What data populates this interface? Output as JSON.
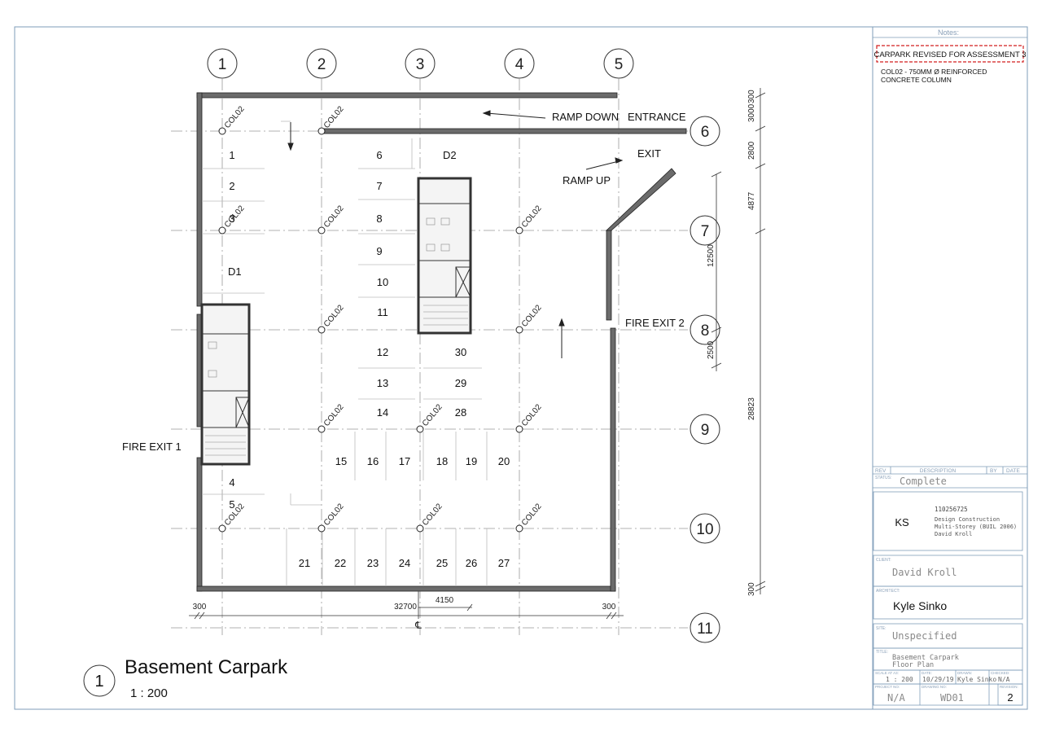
{
  "grid": {
    "columns": [
      "1",
      "2",
      "3",
      "4",
      "5"
    ],
    "rows": [
      "6",
      "7",
      "8",
      "9",
      "10",
      "11"
    ]
  },
  "column_tag": "COL02",
  "dimensions": {
    "right": [
      "3000",
      "300",
      "2800",
      "4877",
      "12500",
      "2500",
      "28823",
      "300"
    ],
    "bottom": [
      "300",
      "32700",
      "4150",
      "300"
    ],
    "centerline": "℄"
  },
  "labels": {
    "ramp_down": "RAMP DOWN",
    "entrance": "ENTRANCE",
    "exit": "EXIT",
    "ramp_up": "RAMP UP",
    "fire_exit_1": "FIRE EXIT 1",
    "fire_exit_2": "FIRE EXIT 2",
    "d1": "D1",
    "d2": "D2"
  },
  "bays": [
    "1",
    "2",
    "3",
    "4",
    "5",
    "6",
    "7",
    "8",
    "9",
    "10",
    "11",
    "12",
    "13",
    "14",
    "15",
    "16",
    "17",
    "18",
    "19",
    "20",
    "21",
    "22",
    "23",
    "24",
    "25",
    "26",
    "27",
    "28",
    "29",
    "30"
  ],
  "view": {
    "number": "1",
    "title": "Basement Carpark",
    "scale": "1 : 200"
  },
  "titleblock": {
    "notes_header": "Notes:",
    "revision_note": "CARPARK REVISED FOR ASSESSMENT 3",
    "note_line1": "COL02 - 750MM Ø REINFORCED",
    "note_line2": "CONCRETE COLUMN",
    "rev_col": "REV",
    "desc_col": "DESCRIPTION",
    "by_col": "BY",
    "date_col": "DATE",
    "status_label": "STATUS:",
    "status": "Complete",
    "logo": "KS",
    "project_id": "110256725",
    "project_line1": "Design Construction",
    "project_line2": "Multi-Storey (BUIL 2006)",
    "project_line3": "David Kroll",
    "client_label": "CLIENT:",
    "client": "David Kroll",
    "architect_label": "ARCHITECT:",
    "architect": "Kyle Sinko",
    "site_label": "SITE:",
    "site": "Unspecified",
    "title_label": "TITLE:",
    "title_line1": "Basement Carpark",
    "title_line2": "Floor Plan",
    "scale_label": "SCALE AT A3:",
    "scale": "1 : 200",
    "date_label": "DATE:",
    "date": "10/29/19",
    "drawn_label": "DRAWN:",
    "drawn": "Kyle Sinko",
    "checked_label": "CHECKED:",
    "checked": "N/A",
    "project_no_label": "PROJECT NO:",
    "project_no": "N/A",
    "drawing_no_label": "DRAWING NO:",
    "drawing_no": "WD01",
    "revision_label": "REVISION:",
    "revision": "2"
  }
}
